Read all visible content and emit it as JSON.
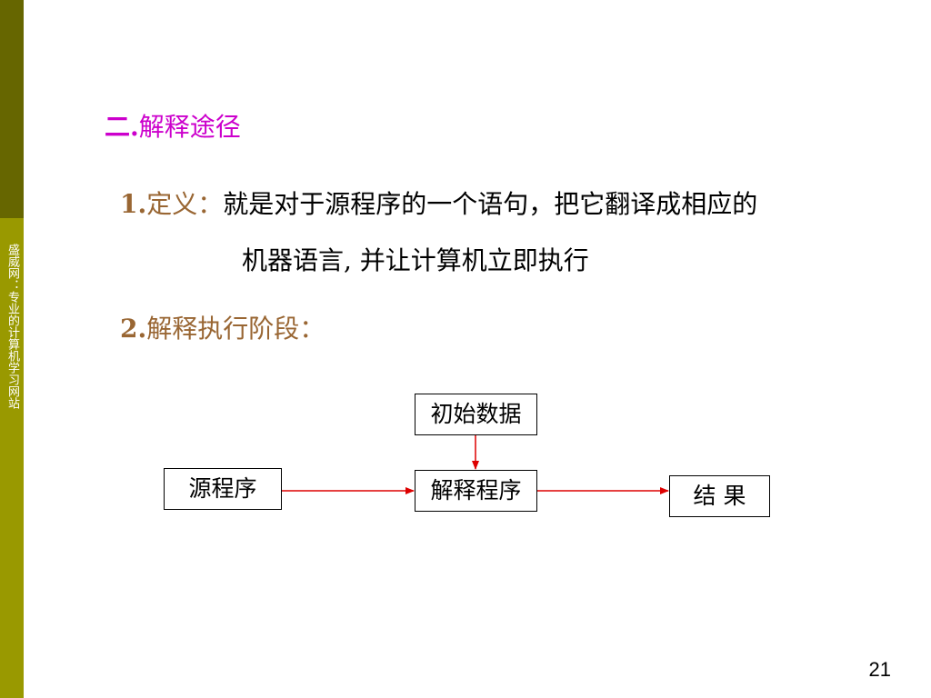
{
  "sidebar": {
    "text": "盛威网：专业的计算机学习网站",
    "colors": {
      "top": "#666600",
      "bottom": "#999900"
    }
  },
  "heading": {
    "num": "二.",
    "text": "解释途径",
    "color": "#cc00cc"
  },
  "item1": {
    "num": "1.",
    "label": "定义：",
    "text_line1": "就是对于源程序的一个语句，把它翻译成相应的",
    "text_line2": "机器语言, 并让计算机立即执行"
  },
  "item2": {
    "num": "2.",
    "label": "解释执行阶段："
  },
  "diagram": {
    "source": "源程序",
    "initial_data": "初始数据",
    "interpreter": "解释程序",
    "result": "结 果",
    "arrow_color": "#dd0000"
  },
  "page_number": "21"
}
